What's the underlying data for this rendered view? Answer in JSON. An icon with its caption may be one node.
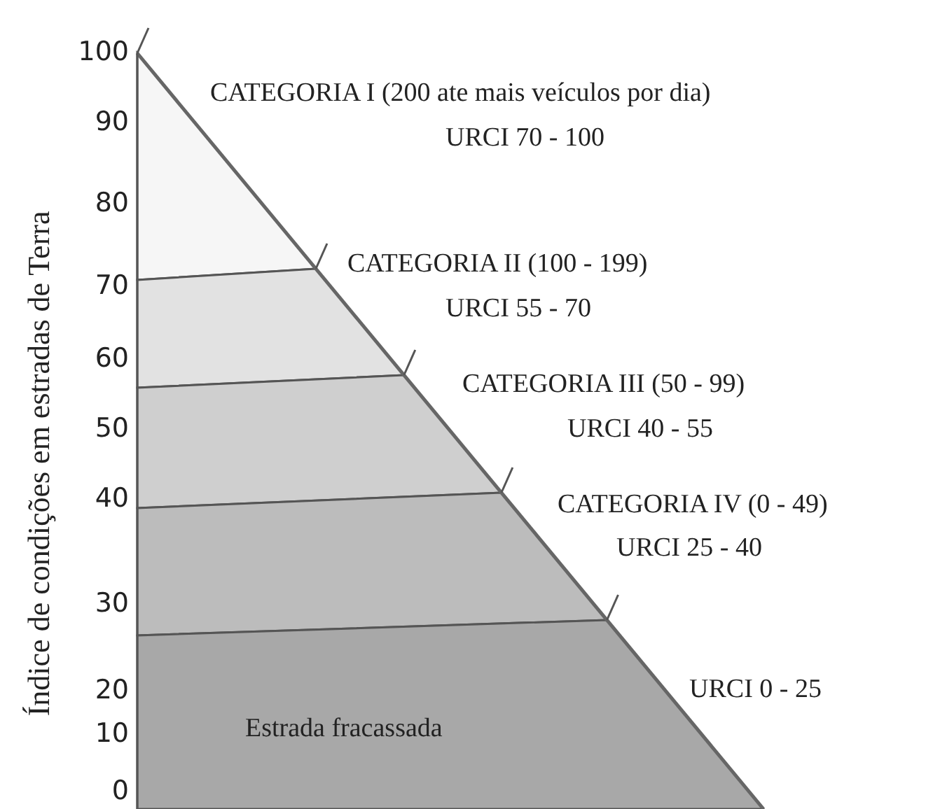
{
  "diagram": {
    "labels": [
      "Índice de condições em estradas de Terra",
      "100",
      "90",
      "80",
      "70",
      "60",
      "50",
      "40",
      "30",
      "20",
      "10",
      "0",
      "CATEGORIA I (200 ate mais veículos por dia)",
      "URCI 70 - 100",
      "CATEGORIA II (100 - 199)",
      "URCI 55 - 70",
      "CATEGORIA III (50 - 99)",
      "URCI 40 - 55",
      "CATEGORIA IV (0 - 49)",
      "URCI 25 - 40",
      "URCI 0 - 25",
      "Estrada fracassada"
    ]
  }
}
